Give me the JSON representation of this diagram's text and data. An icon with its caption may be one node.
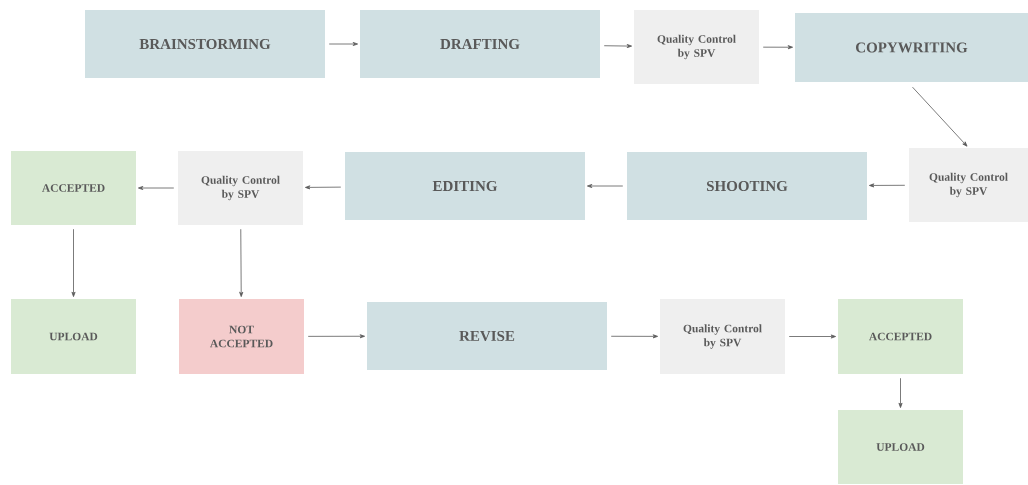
{
  "diagram": {
    "nodes": [
      {
        "text": [
          "BRAINSTORMING"
        ]
      },
      {
        "text": [
          "DRAFTING"
        ]
      },
      {
        "text": [
          "Quality Control by SPV"
        ]
      },
      {
        "text": [
          "COPYWRITING"
        ]
      },
      {
        "text": [
          "Quality Control by SPV"
        ]
      },
      {
        "text": [
          "SHOOTING"
        ]
      },
      {
        "text": [
          "EDITING"
        ]
      },
      {
        "text": [
          "Quality Control by SPV"
        ]
      },
      {
        "text": [
          "ACCEPTED"
        ]
      },
      {
        "text": [
          "UPLOAD"
        ]
      },
      {
        "text": [
          "NOT ACCEPTED"
        ]
      },
      {
        "text": [
          "REVISE"
        ]
      },
      {
        "text": [
          "Quality Control by SPV"
        ]
      },
      {
        "text": [
          "ACCEPTED"
        ]
      },
      {
        "text": [
          "UPLOAD"
        ]
      }
    ],
    "edges": [
      {
        "from": 0,
        "to": 1,
        "arrow": "to"
      },
      {
        "from": 1,
        "to": 2,
        "arrow": "to"
      },
      {
        "from": 2,
        "to": 3,
        "arrow": "to"
      },
      {
        "from": 3,
        "to": 4,
        "arrow": "to"
      },
      {
        "from": 4,
        "to": 5,
        "arrow": "to"
      },
      {
        "from": 5,
        "to": 6,
        "arrow": "to"
      },
      {
        "from": 6,
        "to": 7,
        "arrow": "to"
      },
      {
        "from": 7,
        "to": 8,
        "arrow": "to"
      },
      {
        "from": 8,
        "to": 9,
        "arrow": "to"
      },
      {
        "from": 7,
        "to": 10,
        "arrow": "to"
      },
      {
        "from": 10,
        "to": 11,
        "arrow": "to"
      },
      {
        "from": 11,
        "to": 12,
        "arrow": "to"
      },
      {
        "from": 12,
        "to": 13,
        "arrow": "to"
      },
      {
        "from": 13,
        "to": 14,
        "arrow": "to"
      }
    ]
  }
}
